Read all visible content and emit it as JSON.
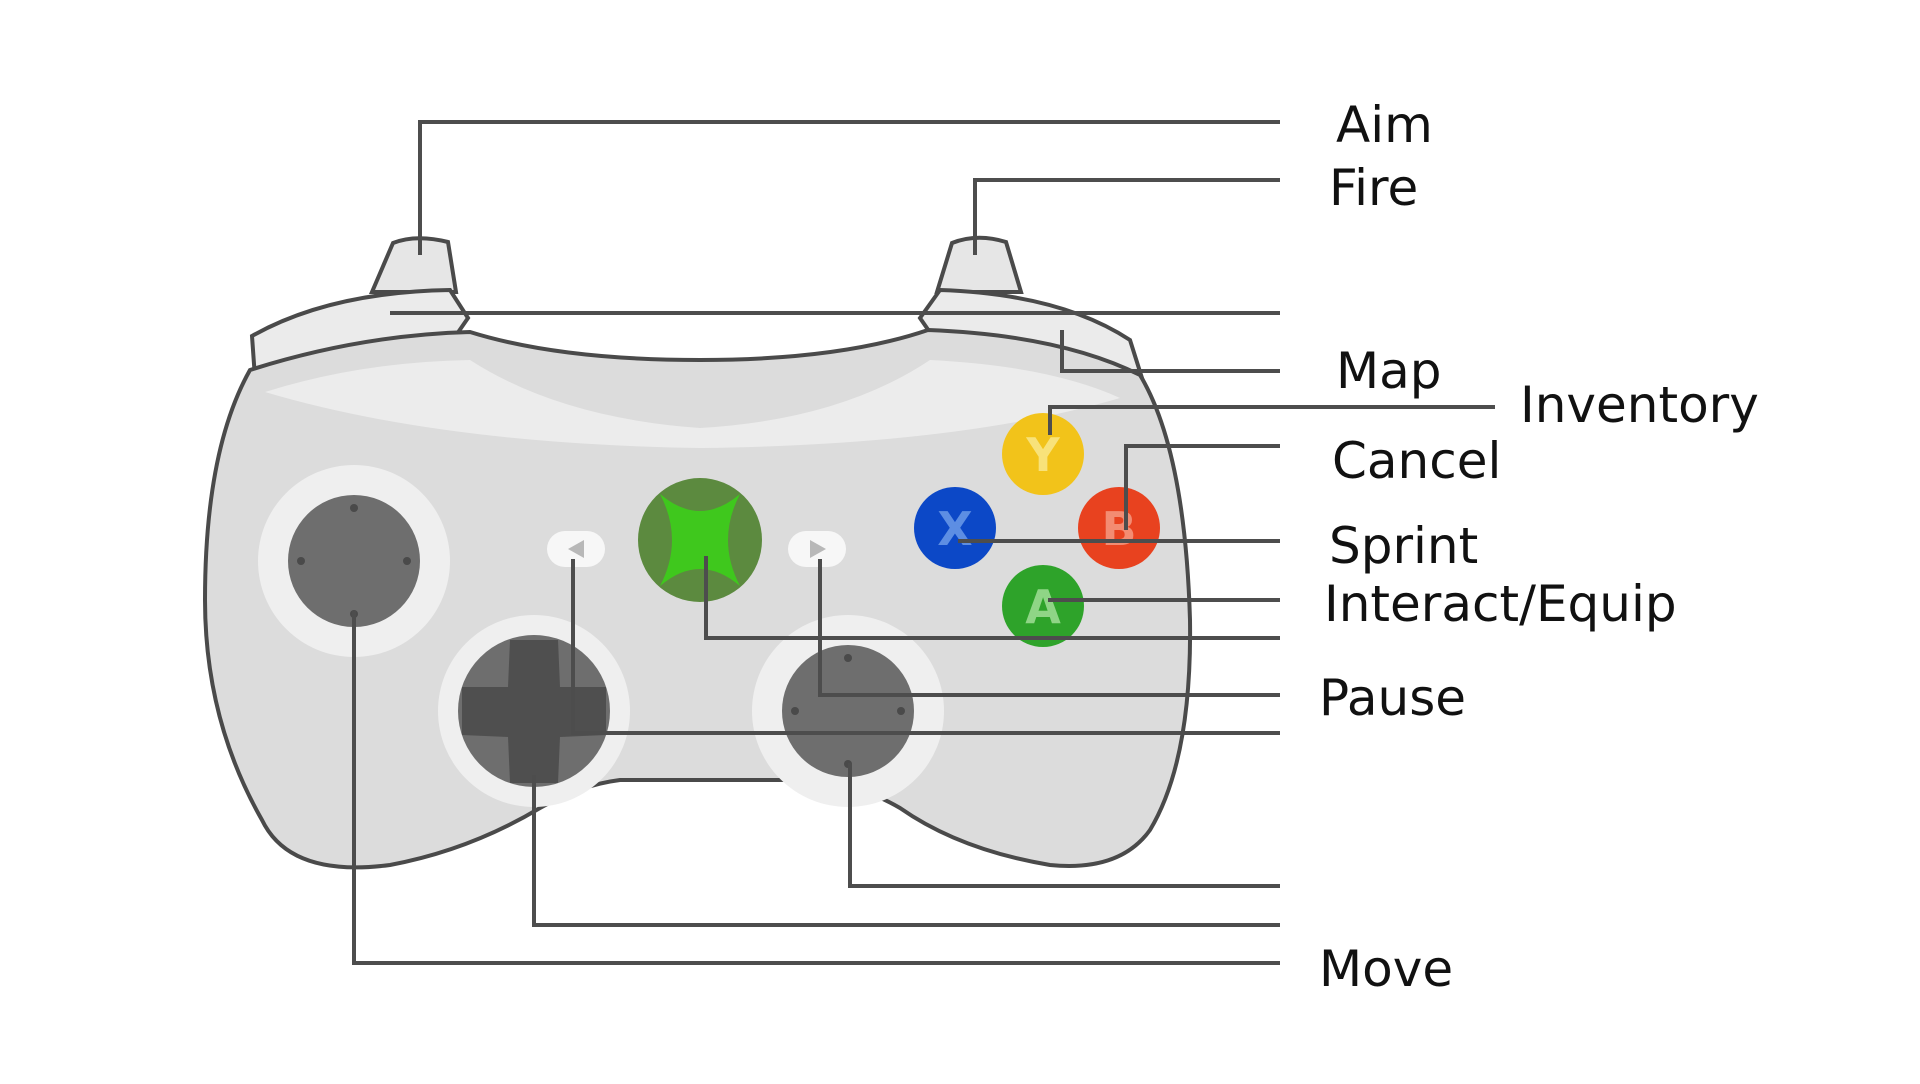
{
  "labels": {
    "aim": "Aim",
    "fire": "Fire",
    "map": "Map",
    "inventory": "Inventory",
    "cancel": "Cancel",
    "sprint": "Sprint",
    "interact_equip": "Interact/Equip",
    "pause": "Pause",
    "move": "Move"
  },
  "buttons": {
    "y": {
      "letter": "Y",
      "color": "#f2c31a"
    },
    "x": {
      "letter": "X",
      "color": "#0c48c7"
    },
    "b": {
      "letter": "B",
      "color": "#e8421f"
    },
    "a": {
      "letter": "A",
      "color": "#2ea32a"
    },
    "guide": {
      "color": "#5c8a3f",
      "mark_color": "#3fc81d"
    }
  },
  "colors": {
    "body": "#dcdcdc",
    "body_highlight": "#ececec",
    "outline": "#4a4a4a",
    "stick": "#6e6e6e",
    "stick_ring": "#efefef",
    "dpad": "#4f4f4f",
    "leader": "#4d4d4d"
  }
}
